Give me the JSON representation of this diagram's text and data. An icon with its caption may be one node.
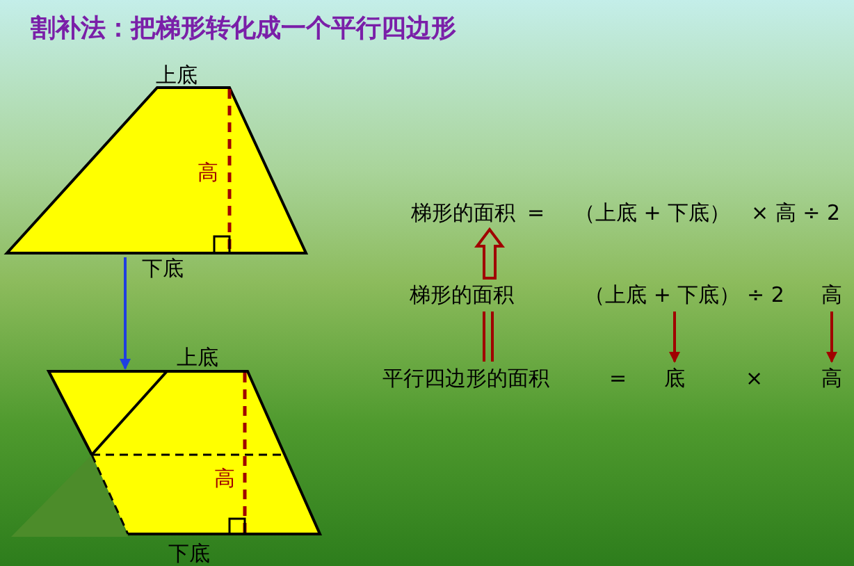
{
  "diagram": {
    "title": "割补法：把梯形转化成一个平行四边形",
    "nodes": [
      {
        "text": [],
        "shape": "trapezoid"
      },
      {
        "text": [],
        "shape": "parallelogram"
      },
      {
        "text": [
          "梯形的面积"
        ]
      },
      {
        "text": [
          "梯形的面积"
        ]
      },
      {
        "text": [
          "（上底 + 下底） ÷ 2"
        ]
      },
      {
        "text": [
          "高"
        ]
      },
      {
        "text": [
          "平行四边形的面积"
        ]
      },
      {
        "text": [
          "底"
        ]
      },
      {
        "text": [
          "高"
        ]
      }
    ],
    "edges": [
      {
        "from": 0,
        "to": 1,
        "arrow": "to",
        "color": "#1f3fe0"
      },
      {
        "from": 3,
        "to": 2,
        "arrow": "to",
        "style": "thick"
      },
      {
        "from": 3,
        "to": 6,
        "arrow": "none"
      },
      {
        "from": 4,
        "to": 7,
        "arrow": "to"
      },
      {
        "from": 5,
        "to": 8,
        "arrow": "to"
      }
    ],
    "labels": [
      "上底",
      "高",
      "下底",
      "上底",
      "高",
      "下底",
      "=",
      "（上底 + 下底）",
      "× 高 ÷ 2",
      "=",
      "×"
    ]
  }
}
